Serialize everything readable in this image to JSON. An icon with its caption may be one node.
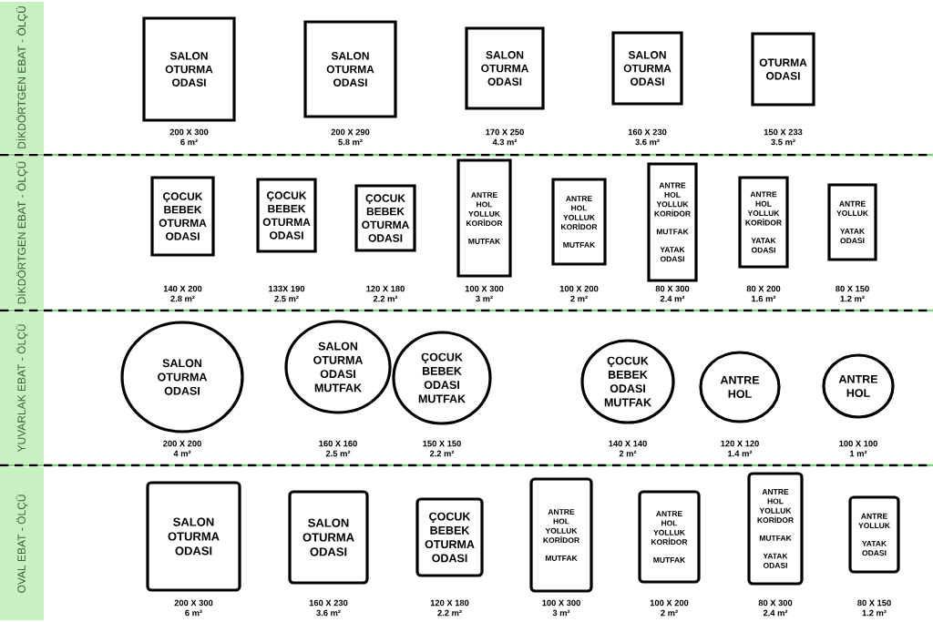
{
  "diagram": {
    "nodes": [
      {
        "text": [
          "DİKDÖRTGEN EBAT - ÖLÇÜ"
        ]
      },
      {
        "text": [
          "SALON OTURMA ODASI"
        ],
        "beside": [
          "200 X 300",
          "6 m²"
        ]
      },
      {
        "text": [
          "SALON OTURMA ODASI"
        ],
        "beside": [
          "200 X 290",
          "5.8 m²"
        ]
      },
      {
        "text": [
          "SALON OTURMA ODASI"
        ],
        "beside": [
          "170 X 250",
          "4.3 m²"
        ]
      },
      {
        "text": [
          "SALON OTURMA ODASI"
        ],
        "beside": [
          "160 X 230",
          "3.6 m²"
        ]
      },
      {
        "text": [
          "OTURMA ODASI"
        ],
        "beside": [
          "150 X 233",
          "3.5 m²"
        ]
      },
      {
        "text": [
          "DİKDÖRTGEN EBAT - ÖLÇÜ"
        ]
      },
      {
        "text": [
          "ÇOCUK BEBEK OTURMA ODASI"
        ],
        "beside": [
          "140 X 200",
          "2.8 m²"
        ]
      },
      {
        "text": [
          "ÇOCUK BEBEK OTURMA ODASI"
        ],
        "beside": [
          "133X 190",
          "2.5 m²"
        ]
      },
      {
        "text": [
          "ÇOCUK BEBEK OTURMA ODASI"
        ],
        "beside": [
          "120 X 180",
          "2.2 m²"
        ]
      },
      {
        "text": [
          "ANTRE HOL YOLLUK KORİDOR",
          "MUTFAK"
        ],
        "beside": [
          "100 X 300",
          "3 m²"
        ]
      },
      {
        "text": [
          "ANTRE HOL YOLLUK KORİDOR",
          "MUTFAK"
        ],
        "beside": [
          "100 X 200",
          "2 m²"
        ]
      },
      {
        "text": [
          "ANTRE HOL YOLLUK KORİDOR",
          "MUTFAK",
          "YATAK ODASI"
        ],
        "beside": [
          "80 X 300",
          "2.4 m²"
        ]
      },
      {
        "text": [
          "ANTRE HOL YOLLUK KORİDOR",
          "YATAK ODASI"
        ],
        "beside": [
          "80 X 200",
          "1.6 m²"
        ]
      },
      {
        "text": [
          "ANTRE YOLLUK",
          "YATAK ODASI"
        ],
        "beside": [
          "80 X 150",
          "1.2 m²"
        ]
      },
      {
        "text": [
          "YUVARLAK EBAT - ÖLÇÜ"
        ]
      },
      {
        "text": [
          "SALON OTURMA ODASI"
        ],
        "beside": [
          "200 X 200",
          "4 m²"
        ]
      },
      {
        "text": [
          "SALON OTURMA ODASI MUTFAK"
        ],
        "beside": [
          "160 X 160",
          "2.5 m²"
        ]
      },
      {
        "text": [
          "ÇOCUK BEBEK ODASI MUTFAK"
        ],
        "beside": [
          "150 X 150",
          "2.2 m²"
        ]
      },
      {
        "text": [
          "ÇOCUK BEBEK ODASI MUTFAK"
        ],
        "beside": [
          "140 X 140",
          "2 m²"
        ]
      },
      {
        "text": [
          "ANTRE HOL"
        ],
        "beside": [
          "120 X 120",
          "1.4 m²"
        ]
      },
      {
        "text": [
          "ANTRE HOL"
        ],
        "beside": [
          "100 X 100",
          "1 m²"
        ]
      },
      {
        "text": [
          "OVAL EBAT - ÖLÇÜ"
        ]
      },
      {
        "text": [
          "SALON OTURMA ODASI"
        ],
        "beside": [
          "200 X 300",
          "6 m²"
        ]
      },
      {
        "text": [
          "SALON OTURMA ODASI"
        ],
        "beside": [
          "160 X 230",
          "3.6 m²"
        ]
      },
      {
        "text": [
          "ÇOCUK BEBEK OTURMA ODASI"
        ],
        "beside": [
          "120 X 180",
          "2.2 m²"
        ]
      },
      {
        "text": [
          "ANTRE HOL YOLLUK KORİDOR",
          "MUTFAK"
        ],
        "beside": [
          "100 X 300",
          "3 m²"
        ]
      },
      {
        "text": [
          "ANTRE HOL YOLLUK KORİDOR",
          "MUTFAK"
        ],
        "beside": [
          "100 X 200",
          "2 m²"
        ]
      },
      {
        "text": [
          "ANTRE HOL YOLLUK KORİDOR",
          "MUTFAK",
          "YATAK ODASI"
        ],
        "beside": [
          "80 X 300",
          "2.4 m²"
        ]
      },
      {
        "text": [
          "ANTRE YOLLUK",
          "YATAK ODASI"
        ],
        "beside": [
          "80 X 150",
          "1.2 m²"
        ]
      }
    ]
  }
}
